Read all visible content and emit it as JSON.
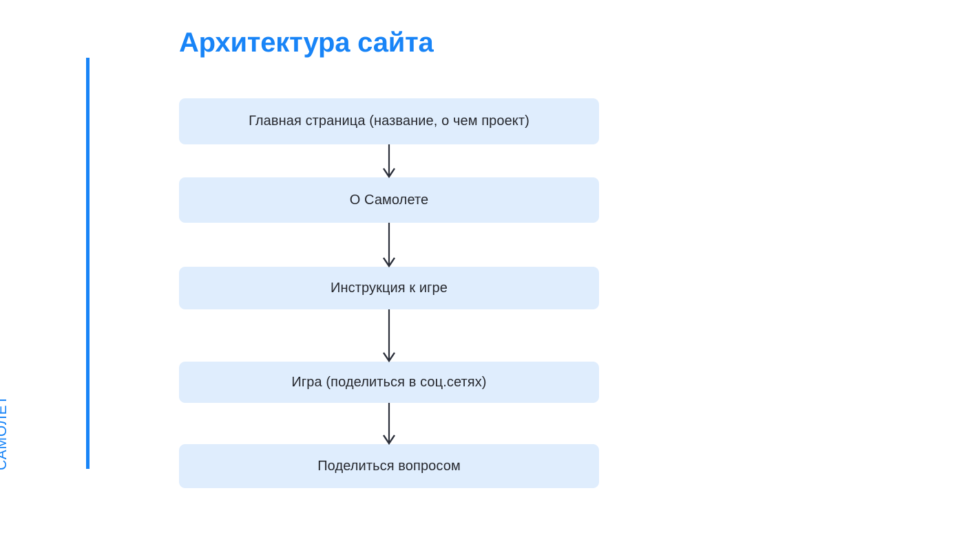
{
  "brand": {
    "label": "САМОЛЕТ",
    "accent_color": "#1884f7"
  },
  "header": {
    "title": "Архитектура сайта",
    "title_color": "#1884f7"
  },
  "diagram": {
    "type": "flowchart",
    "orientation": "vertical-top-to-bottom",
    "node_fill": "#dfedfd",
    "node_text_color": "#26282e",
    "arrow_color": "#2b2f3a",
    "nodes": [
      {
        "id": "node-1",
        "label": "Главная страница (название, о чем проект)",
        "height": 67
      },
      {
        "id": "node-2",
        "label": "О Самолете",
        "height": 66
      },
      {
        "id": "node-3",
        "label": "Инструкция к игре",
        "height": 62
      },
      {
        "id": "node-4",
        "label": "Игра (поделиться в соц.сетях)",
        "height": 60
      },
      {
        "id": "node-5",
        "label": "Поделиться вопросом",
        "height": 64
      }
    ],
    "connectors": [
      {
        "id": "arrow-1",
        "from": "node-1",
        "to": "node-2",
        "length": 48
      },
      {
        "id": "arrow-2",
        "from": "node-2",
        "to": "node-3",
        "length": 64
      },
      {
        "id": "arrow-3",
        "from": "node-3",
        "to": "node-4",
        "length": 76
      },
      {
        "id": "arrow-4",
        "from": "node-4",
        "to": "node-5",
        "length": 60
      }
    ]
  }
}
